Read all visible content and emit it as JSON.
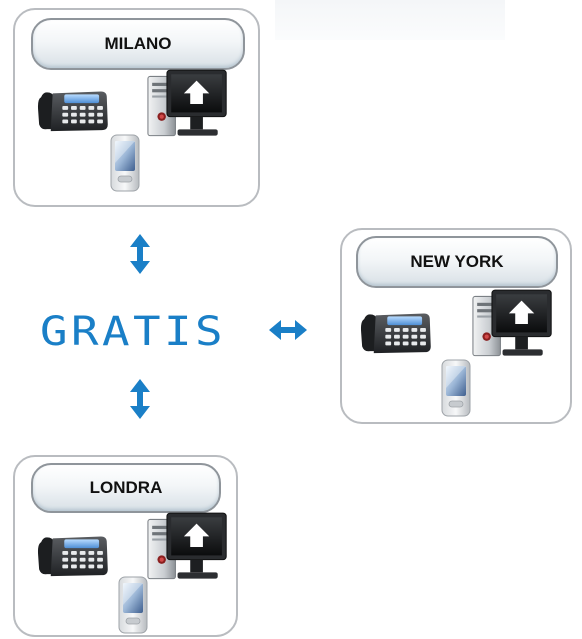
{
  "nodes": [
    {
      "id": "milano",
      "label": "MILANO"
    },
    {
      "id": "new-york",
      "label": "NEW YORK"
    },
    {
      "id": "londra",
      "label": "LONDRA"
    }
  ],
  "center": {
    "label": "GRATIS"
  },
  "icons": [
    "desk-phone-icon",
    "desktop-computer-icon",
    "smartphone-icon",
    "double-arrow-icon"
  ],
  "colors": {
    "accent": "#1a7fc7",
    "border": "#b9bcc0",
    "pill_border": "#8f959b"
  }
}
